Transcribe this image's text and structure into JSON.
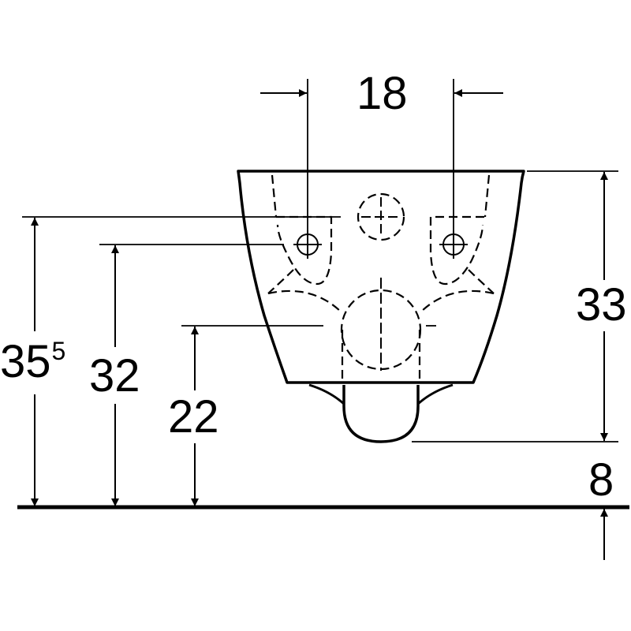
{
  "dimensions": {
    "width_between_holes": "18",
    "bowl_height": "33",
    "floor_gap": "8",
    "top_fixing_height_main": "35",
    "top_fixing_height_sup": "5",
    "bolt_height": "32",
    "outlet_height": "22"
  },
  "colors": {
    "line": "#000000",
    "background": "#ffffff"
  }
}
